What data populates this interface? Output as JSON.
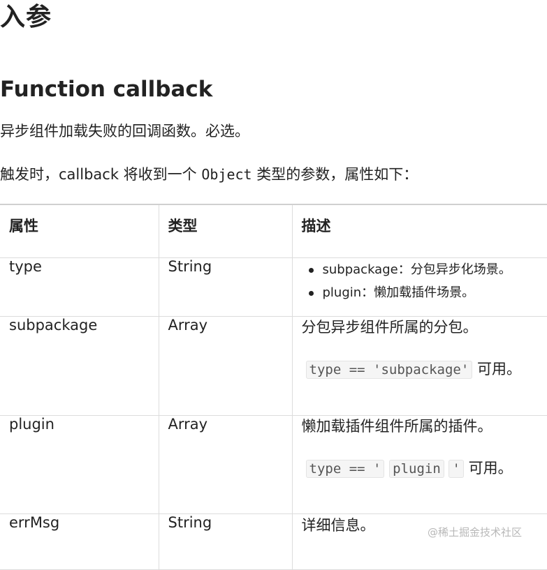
{
  "heading": "入参",
  "section_title": "Function callback",
  "para1": "异步组件加载失败的回调函数。必选。",
  "para2": {
    "before": "触发时，callback 将收到一个 ",
    "code": "Object",
    "after": " 类型的参数，属性如下："
  },
  "table": {
    "headers": [
      "属性",
      "类型",
      "描述"
    ],
    "rows": [
      {
        "name": "type",
        "type": "String",
        "bullets": [
          "subpackage：分包异步化场景。",
          "plugin：懒加载插件场景。"
        ]
      },
      {
        "name": "subpackage",
        "type": "Array",
        "desc": "分包异步组件所属的分包。",
        "code": "type == 'subpackage'",
        "suffix": "可用。"
      },
      {
        "name": "plugin",
        "type": "Array",
        "desc": "懒加载插件组件所属的插件。",
        "code1": "type == '",
        "code2": "plugin",
        "code3": "'",
        "suffix": "可用。"
      },
      {
        "name": "errMsg",
        "type": "String",
        "desc": "详细信息。"
      }
    ]
  },
  "watermark": "@稀土掘金技术社区"
}
